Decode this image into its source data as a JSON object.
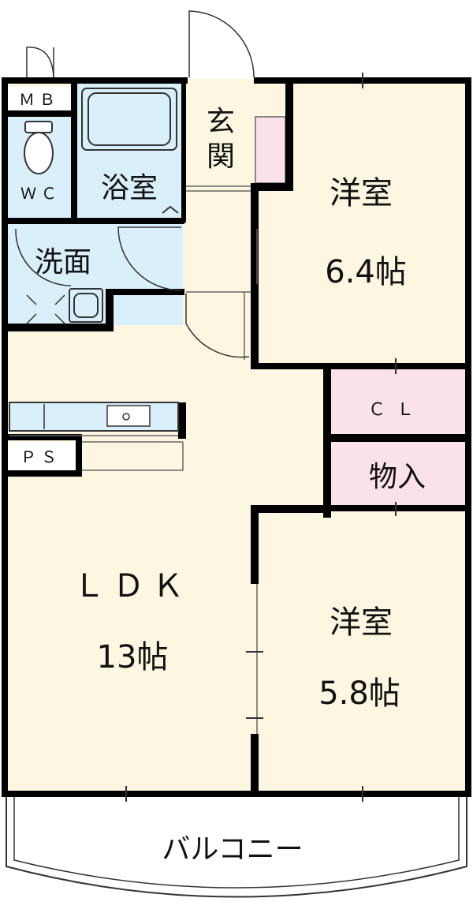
{
  "rooms": {
    "mb": "ＭＢ",
    "wc": "ＷＣ",
    "bath": "浴室",
    "washroom": "洗面",
    "entrance": "玄関",
    "western_1": {
      "name": "洋室",
      "size": "6.4帖"
    },
    "closet": "ＣＬ",
    "storage": "物入",
    "ps": "ＰＳ",
    "ldk": {
      "name": "ＬＤＫ",
      "size": "13帖"
    },
    "western_2": {
      "name": "洋室",
      "size": "5.8帖"
    },
    "balcony": "バルコニー"
  },
  "colors": {
    "wall": "#000000",
    "floor_room": "#fdf6e0",
    "wet_area": "#d9f0fb",
    "closet": "#fbe1ea",
    "balcony": "#ffffff"
  }
}
